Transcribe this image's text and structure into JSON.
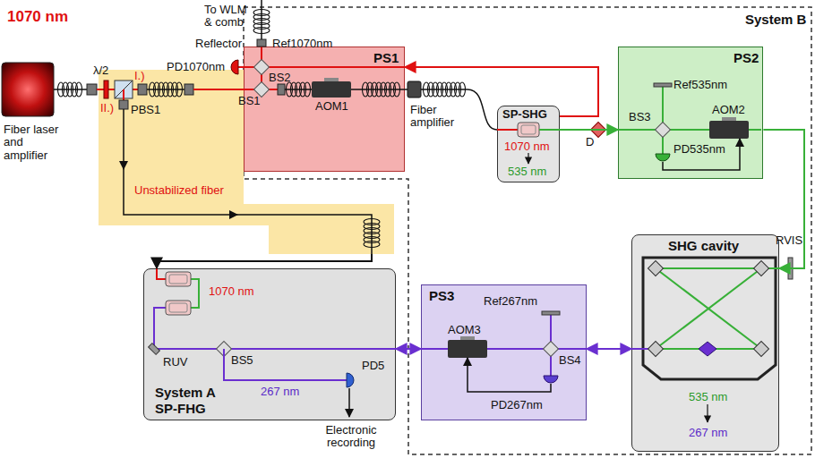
{
  "diagram": {
    "nodes": [
      {
        "text": [
          "System B"
        ]
      },
      {
        "text": [
          "PS1"
        ],
        "in": 0
      },
      {
        "text": [
          "SP-SHG",
          "1070 nm",
          "535 nm"
        ],
        "in": 0
      },
      {
        "text": [
          "PS2"
        ],
        "in": 0
      },
      {
        "text": [
          "SHG cavity",
          "535 nm",
          "267 nm"
        ],
        "in": 0
      },
      {
        "text": [
          "PS3"
        ],
        "in": 0
      },
      {
        "text": [
          "Unstabilized fiber"
        ]
      },
      {
        "text": [
          "1070 nm",
          "267 nm",
          "System A",
          "SP-FHG"
        ]
      }
    ],
    "edges": [
      {
        "from": 2,
        "to": 3,
        "arrow": "to"
      },
      {
        "from": 3,
        "to": 4,
        "arrow": "to"
      },
      {
        "from": 4,
        "to": 5,
        "arrow": "both"
      },
      {
        "from": 5,
        "to": 7,
        "arrow": "both"
      },
      {
        "from": 2,
        "to": 1,
        "arrow": "to"
      },
      {
        "from": 6,
        "to": 7,
        "arrow": "to"
      }
    ],
    "labels": [
      "1070 nm",
      "λ/2",
      "I.)",
      "II.)",
      "PBS1",
      "Fiber laser and amplifier",
      "To WLM & comb",
      "Reflector",
      "Ref1070nm",
      "PD1070nm",
      "BS2",
      "BS1",
      "AOM1",
      "Fiber amplifier",
      "D",
      "Ref535nm",
      "BS3",
      "AOM2",
      "PD535nm",
      "RVIS",
      "AOM3",
      "Ref267nm",
      "BS4",
      "PD267nm",
      "RUV",
      "BS5",
      "PD5",
      "Electronic recording"
    ]
  }
}
